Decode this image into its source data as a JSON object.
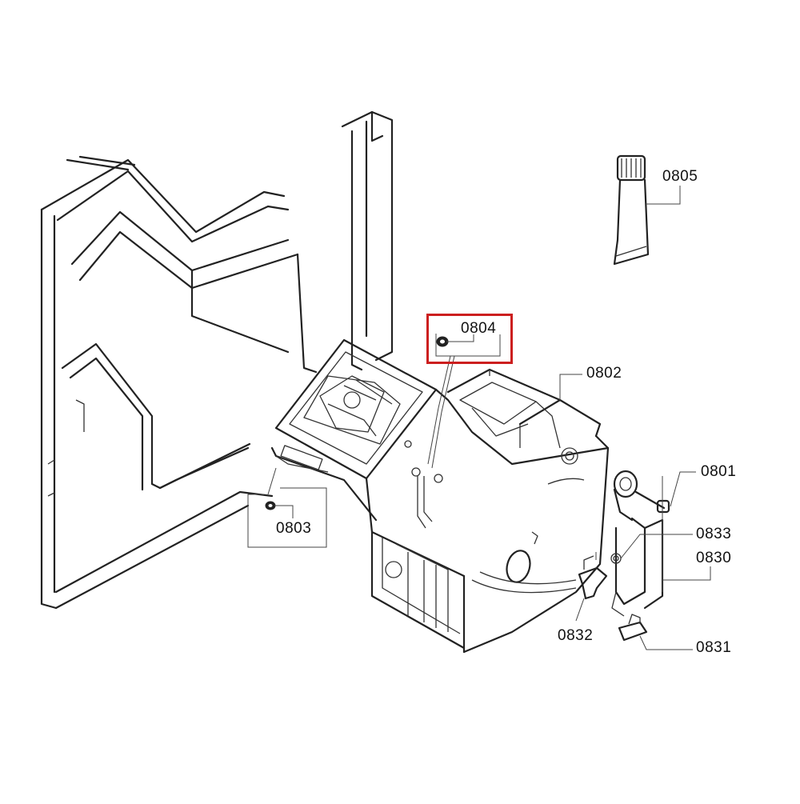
{
  "diagram": {
    "highlight_color": "#cc1f1f",
    "callouts": [
      {
        "id": "0801",
        "text": "0801"
      },
      {
        "id": "0802",
        "text": "0802"
      },
      {
        "id": "0803",
        "text": "0803"
      },
      {
        "id": "0804",
        "text": "0804"
      },
      {
        "id": "0805",
        "text": "0805"
      },
      {
        "id": "0830",
        "text": "0830"
      },
      {
        "id": "0831",
        "text": "0831"
      },
      {
        "id": "0832",
        "text": "0832"
      },
      {
        "id": "0833",
        "text": "0833"
      }
    ],
    "highlighted_part": "0804"
  }
}
